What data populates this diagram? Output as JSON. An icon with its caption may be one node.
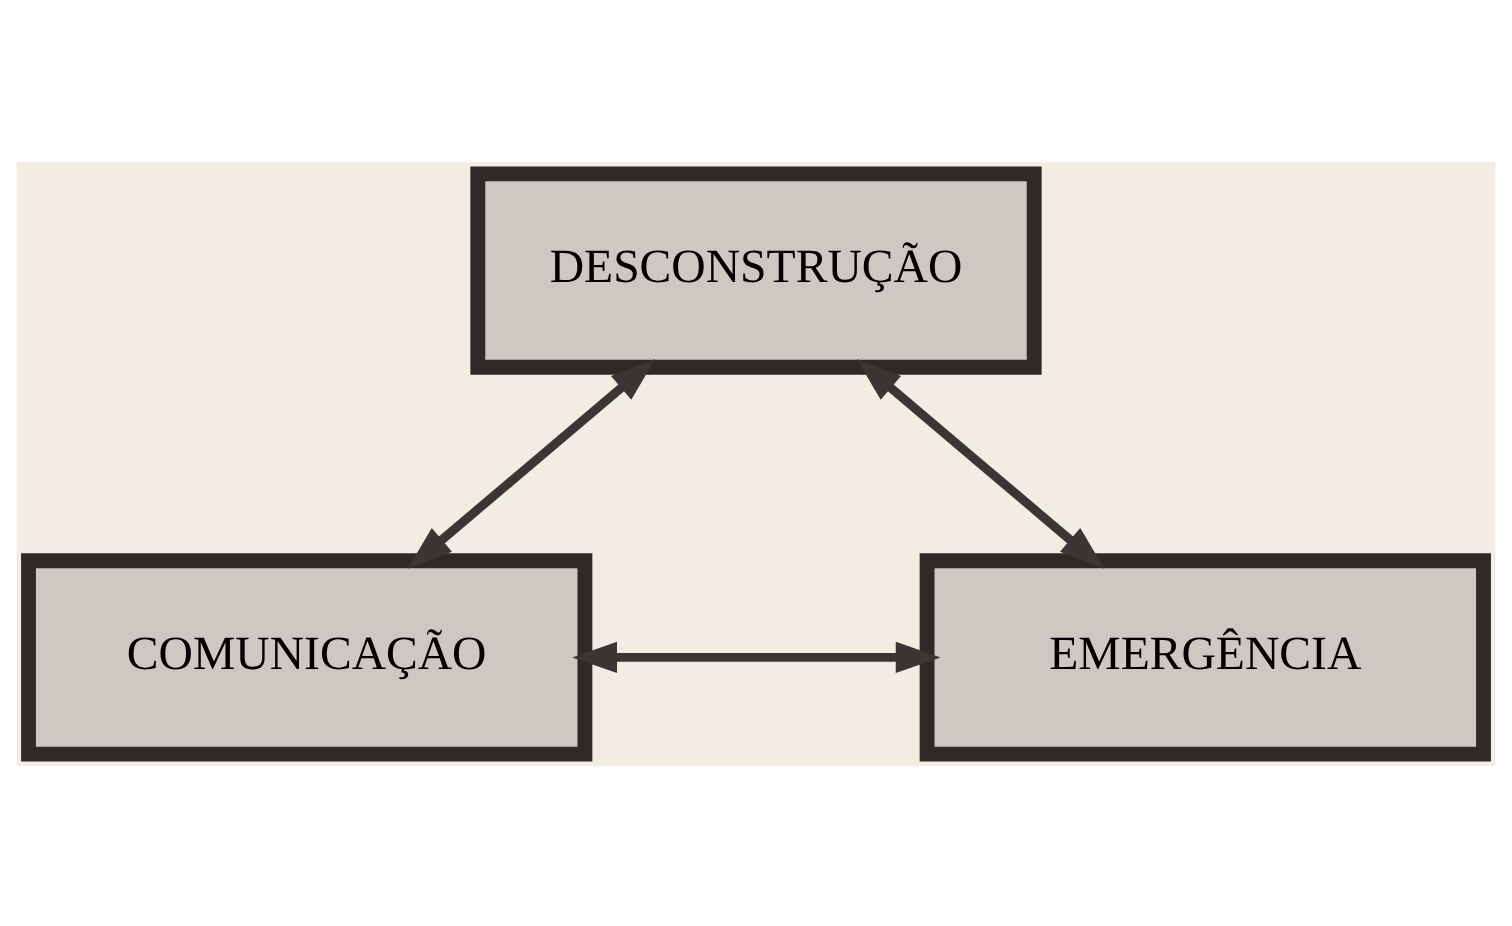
{
  "diagram": {
    "nodes": [
      {
        "text": [
          "DESCONSTRUÇÃO"
        ]
      },
      {
        "text": [
          "COMUNICAÇÃO"
        ]
      },
      {
        "text": [
          "EMERGÊNCIA"
        ]
      }
    ],
    "edges": [
      {
        "from": 1,
        "to": 0,
        "arrow": "both"
      },
      {
        "from": 0,
        "to": 2,
        "arrow": "both"
      },
      {
        "from": 1,
        "to": 2,
        "arrow": "both"
      }
    ]
  }
}
